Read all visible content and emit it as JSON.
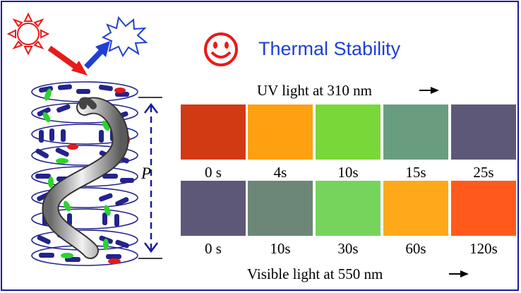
{
  "title": "Thermal Stability",
  "pitch_label": "P",
  "uv": {
    "label": "UV light at 310 nm",
    "swatches": [
      {
        "time": "0 s",
        "color": "#d13a12"
      },
      {
        "time": "4s",
        "color": "#ffa011"
      },
      {
        "time": "10s",
        "color": "#7ad73a"
      },
      {
        "time": "15s",
        "color": "#6a9d80"
      },
      {
        "time": "25s",
        "color": "#5e5878"
      }
    ]
  },
  "visible": {
    "label": "Visible light at 550  nm",
    "swatches": [
      {
        "time": "0 s",
        "color": "#5e5878"
      },
      {
        "time": "10s",
        "color": "#6c8778"
      },
      {
        "time": "30s",
        "color": "#76d45c"
      },
      {
        "time": "60s",
        "color": "#ffa81a"
      },
      {
        "time": "120s",
        "color": "#ff5a1c"
      }
    ]
  },
  "colors": {
    "border": "#1a1aa0",
    "title": "#1f3fd6",
    "smiley": "#e81b1b",
    "sun": "#e81b1b",
    "uv_arrow": "#e81b1b",
    "emit_arrow": "#1f3fd6",
    "rods": "#23238c",
    "dopant_green": "#2bd42b",
    "dopant_red": "#e21b1b"
  },
  "icons": [
    "sun-icon",
    "starburst-icon",
    "smiley-icon",
    "arrow-right-icon",
    "helix-icon"
  ]
}
